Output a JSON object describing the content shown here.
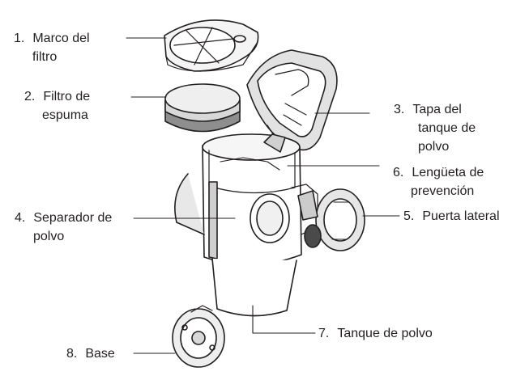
{
  "labels": [
    {
      "num": "1.",
      "lines": [
        "Marco del",
        "filtro"
      ]
    },
    {
      "num": "2.",
      "lines": [
        "Filtro de",
        "espuma"
      ]
    },
    {
      "num": "3.",
      "lines": [
        "Tapa del",
        "tanque de",
        "polvo"
      ]
    },
    {
      "num": "4.",
      "lines": [
        "Separador de",
        "polvo"
      ]
    },
    {
      "num": "5.",
      "lines": [
        "Puerta lateral"
      ]
    },
    {
      "num": "6.",
      "lines": [
        "Lengüeta de",
        "prevención"
      ]
    },
    {
      "num": "7.",
      "lines": [
        "Tanque de polvo"
      ]
    },
    {
      "num": "8.",
      "lines": [
        "Base"
      ]
    }
  ],
  "colors": {
    "line": "#231f20",
    "body_fill": "#ffffff",
    "shade": "#bdbdbd",
    "dark": "#4a4a4a"
  }
}
